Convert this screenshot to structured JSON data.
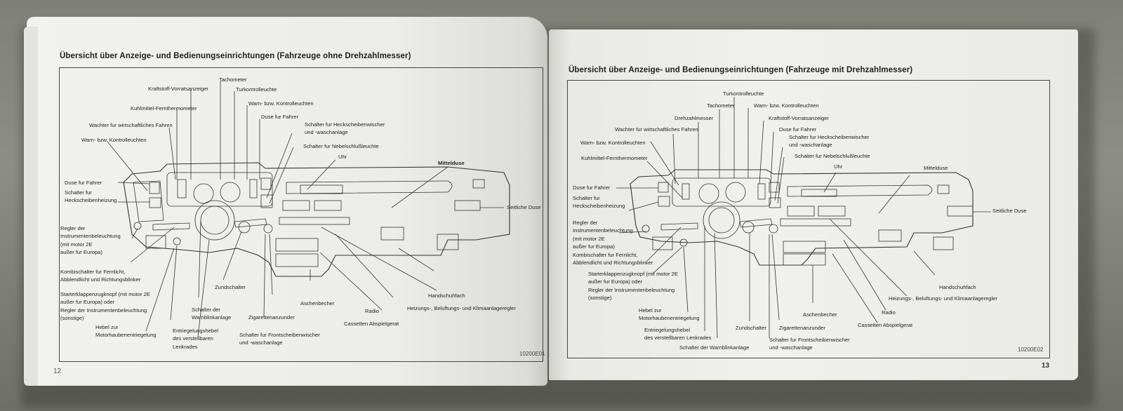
{
  "document": {
    "type": "car owner's manual spread",
    "left_page": {
      "page_number": "12",
      "title": "Übersicht über Anzeige- und Bedienungseinrichtungen (Fahrzeuge ohne Drehzahlmesser)",
      "figure_code": "10200E01",
      "labels": {
        "tachometer": "Tachometer",
        "kraftstoff": "Kraftstoff-Vorratsanzeiger",
        "turkontroll": "Turkontrolleuchte",
        "warn_top": "Warn- bzw. Kontrolleuchten",
        "kuhlmittel": "Kuhlmittel-Fernthermometer",
        "duse_top": "Duse fur Fahrer",
        "wachter": "Wachter fur wirtschaftliches Fahren",
        "heckwischer_1": "Schalter fur Heckscheibenwischer",
        "heckwischer_2": "und -waschanlage",
        "warn_left": "Warn- bzw. Kontrolleuchten",
        "nebel": "Schalter fur Nebelschlußleuchte",
        "uhr": "Uhr",
        "mitteldusе": "Mittelduse",
        "duse_left": "Duse fur Fahrer",
        "heizung_1": "Schalter fur",
        "heizung_2": "Heckscheibenheizung",
        "seitliche": "Seitliche Duse",
        "regler_1": "Regler der",
        "regler_2": "Instrumentenbeleuchtung",
        "regler_3": "(mit motor 2E",
        "regler_4": "außer fur Europa)",
        "kombi_1": "Kombischalter fur Fernlicht,",
        "kombi_2": "Abblendlicht und Richtungsblinker",
        "starter_1": "Starterklappenzugknopf (mit motor 2E",
        "starter_2": "außer fur Europa) oder",
        "starter_3": "Regler der Instrumentenbeleuchtung",
        "starter_4": "(sonstige)",
        "zund": "Zundschalter",
        "warnblink_1": "Schalter der",
        "warnblink_2": "Warnblinkanlage",
        "hebel_1": "Hebel zur",
        "hebel_2": "Motorhaubenentriegelung",
        "entrieg_1": "Entriegelungshebel",
        "entrieg_2": "des verstellbaren",
        "entrieg_3": "Lenkrades",
        "zigarette": "Zigarettenanzunder",
        "front_1": "Schalter fur Frontscheibenwischer",
        "front_2": "und -waschanlage",
        "aschen": "Aschenbecher",
        "radio": "Radio",
        "cassette": "Cassetten Abspielgerat",
        "handschuh": "Handschuhfach",
        "klima": "Heizungs-, Beluftungs- und Klimaanlageregler"
      }
    },
    "right_page": {
      "page_number": "13",
      "title": "Übersicht über Anzeige- und Bedienungseinrichtungen (Fahrzeuge mit Drehzahlmesser)",
      "figure_code": "10200E02",
      "labels": {
        "turkontroll": "Turkontrolleuchte",
        "tachometer": "Tachometer",
        "warn_top": "Warn- bzw. Kontrolleuchten",
        "drehzahl": "Drehzahlmesser",
        "kraftstoff": "Kraftstoff-Vorratsanzeiger",
        "wachter": "Wachter fur wirtschaftliches Fahren",
        "duse_top": "Duse fur Fahrer",
        "heckwischer_1": "Schalter fur Heckscheibenwischer",
        "heckwischer_2": "und -waschanlage",
        "warn_left": "Warn- bzw. Kontrolleuchten",
        "nebel": "Schalter fur Nebelschlußleuchte",
        "kuhlmittel": "Kuhlmittel-Fernthermometer",
        "uhr": "Uhr",
        "mittelduse": "Mittelduse",
        "duse_left": "Duse fur Fahrer",
        "heizung_1": "Schalter fur",
        "heizung_2": "Heckscheibenheizung",
        "seitliche": "Seitliche Duse",
        "regler_1": "Regler der",
        "regler_2": "Instrumentenbeleuchtung",
        "regler_3": "(mit motor 2E",
        "regler_4": "außer fur Europa)",
        "kombi_1": "Kombischalter fur Fernlicht,",
        "kombi_2": "Abblendlicht und Richtungsblinker",
        "starter_1": "Starterklappenzugknopf (mit motor 2E",
        "starter_2": "außer fur Europa) oder",
        "starter_3": "Regler der Instrumentenbeleuchtung",
        "starter_4": "(sonstige)",
        "hebel_1": "Hebel zur",
        "hebel_2": "Motorhaubenentriegelung",
        "entrieg_1": "Entriegelungshebel",
        "entrieg_2": "des verstellbaren Lenkrades",
        "warnblink": "Schalter der Warnblinkanlage",
        "zund": "Zundschalter",
        "zigarette": "Zigarettenanzunder",
        "front_1": "Schalter fur Frontscheibenwischer",
        "front_2": "und -waschanlage",
        "aschen": "Aschenbecher",
        "radio": "Radio",
        "cassette": "Cassetten Abspielgerat",
        "handschuh": "Handschuhfach",
        "klima": "Heizungs-, Beluftungs- und Klimaanlageregler"
      }
    }
  }
}
